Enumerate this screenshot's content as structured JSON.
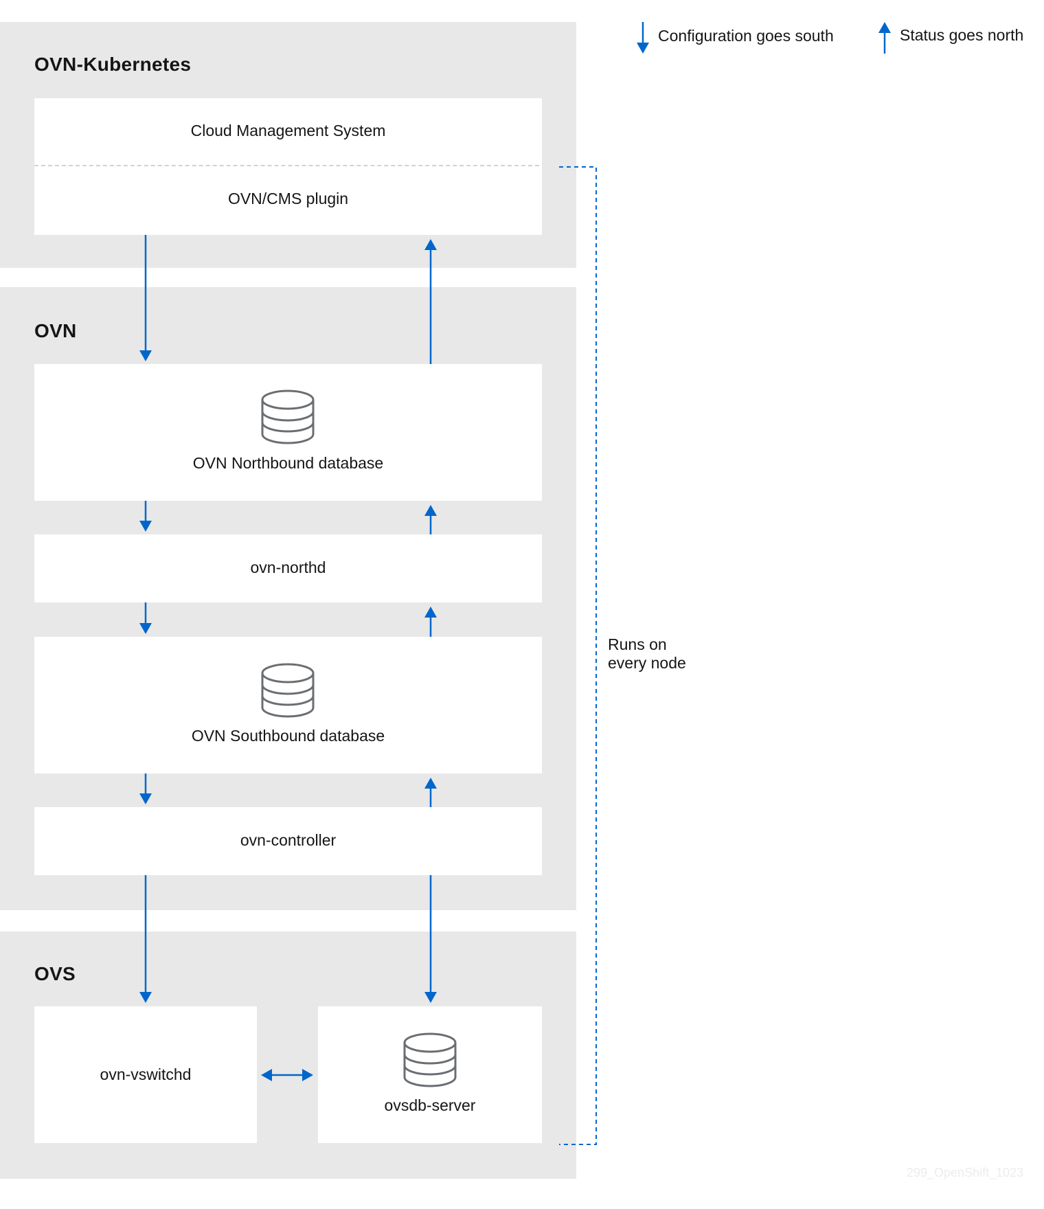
{
  "legend": {
    "configuration_label": "Configuration goes south",
    "status_label": "Status goes north"
  },
  "sections": {
    "ovn_kubernetes": {
      "title": "OVN-Kubernetes",
      "cms_label": "Cloud Management System",
      "plugin_label": "OVN/CMS plugin"
    },
    "ovn": {
      "title": "OVN",
      "northbound_db_label": "OVN Northbound database",
      "northd_label": "ovn-northd",
      "southbound_db_label": "OVN Southbound database",
      "controller_label": "ovn-controller"
    },
    "ovs": {
      "title": "OVS",
      "vswitchd_label": "ovn-vswitchd",
      "ovsdb_label": "ovsdb-server"
    }
  },
  "bracket": {
    "line1": "Runs on",
    "line2": "every node"
  },
  "watermark": "299_OpenShift_1023",
  "colors": {
    "arrow": "#0066cc",
    "section_bg": "#e8e8e8",
    "box_bg": "#ffffff",
    "icon_stroke": "#6a6e73"
  },
  "icons": {
    "database": "database-icon"
  }
}
